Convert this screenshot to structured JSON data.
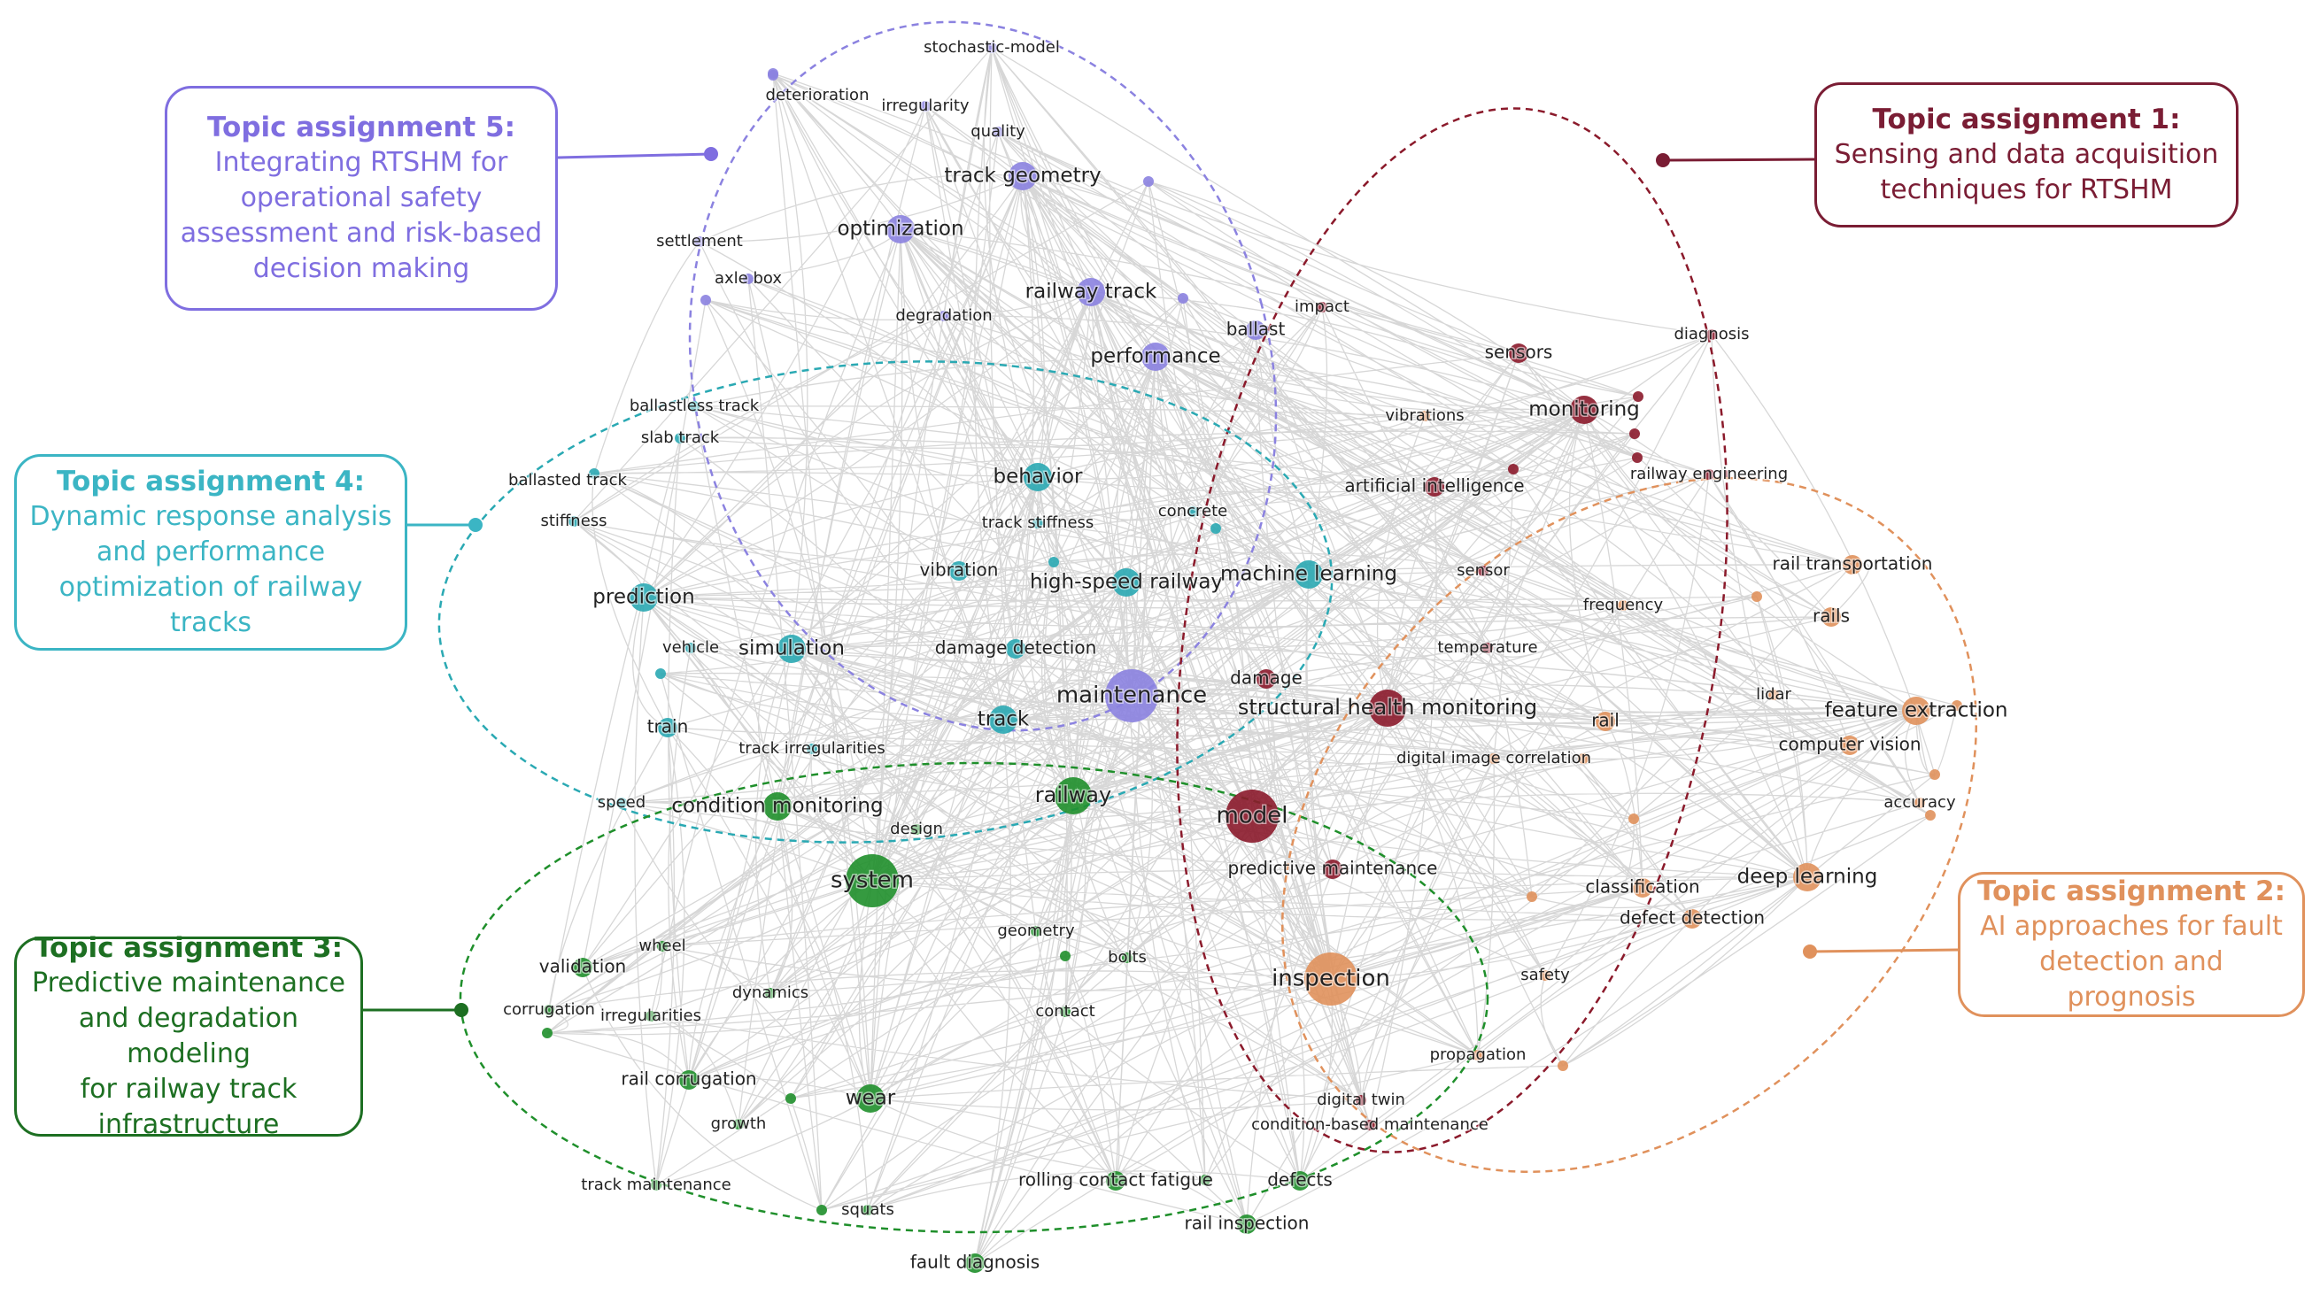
{
  "colors": {
    "edge": "#c9c9c9",
    "cluster1": "#8b1a2b",
    "cluster2": "#e0915c",
    "cluster3": "#1f8f2b",
    "cluster4": "#2aa9b3",
    "cluster5": "#8b82e0",
    "box1": "#7a1d34",
    "box2": "#e0915c",
    "box3": "#1d6f22",
    "box4": "#3bb5c4",
    "box5": "#7f6ee0"
  },
  "topics": [
    {
      "id": 1,
      "title": "Topic assignment 1:",
      "lines": [
        "Sensing and data acquisition",
        "techniques for RTSHM"
      ]
    },
    {
      "id": 2,
      "title": "Topic assignment 2:",
      "lines": [
        "AI approaches for fault",
        "detection and prognosis"
      ]
    },
    {
      "id": 3,
      "title": "Topic assignment 3:",
      "lines": [
        "Predictive maintenance",
        "and degradation modeling",
        "for railway track",
        "infrastructure"
      ]
    },
    {
      "id": 4,
      "title": "Topic assignment 4:",
      "lines": [
        "Dynamic response analysis",
        "and performance",
        "optimization of railway",
        "tracks"
      ]
    },
    {
      "id": 5,
      "title": "Topic assignment 5:",
      "lines": [
        "Integrating RTSHM for",
        "operational safety",
        "assessment and risk-based",
        "decision making"
      ]
    }
  ],
  "keywords": [
    {
      "label": "stochastic-model",
      "cluster": 5,
      "weight": 1
    },
    {
      "label": "deterioration",
      "cluster": 5,
      "weight": 1
    },
    {
      "label": "irregularity",
      "cluster": 5,
      "weight": 1
    },
    {
      "label": "quality",
      "cluster": 5,
      "weight": 1
    },
    {
      "label": "track geometry",
      "cluster": 5,
      "weight": 3
    },
    {
      "label": "settlement",
      "cluster": 5,
      "weight": 1
    },
    {
      "label": "optimization",
      "cluster": 5,
      "weight": 3
    },
    {
      "label": "axle box",
      "cluster": 5,
      "weight": 1
    },
    {
      "label": "degradation",
      "cluster": 5,
      "weight": 1
    },
    {
      "label": "railway track",
      "cluster": 5,
      "weight": 3
    },
    {
      "label": "ballast",
      "cluster": 5,
      "weight": 2
    },
    {
      "label": "performance",
      "cluster": 5,
      "weight": 3
    },
    {
      "label": "maintenance",
      "cluster": 5,
      "weight": 5
    },
    {
      "label": "ballastless track",
      "cluster": 4,
      "weight": 1
    },
    {
      "label": "slab track",
      "cluster": 4,
      "weight": 1
    },
    {
      "label": "ballasted track",
      "cluster": 4,
      "weight": 1
    },
    {
      "label": "stiffness",
      "cluster": 4,
      "weight": 1
    },
    {
      "label": "behavior",
      "cluster": 4,
      "weight": 3
    },
    {
      "label": "track stiffness",
      "cluster": 4,
      "weight": 1
    },
    {
      "label": "concrete",
      "cluster": 4,
      "weight": 1
    },
    {
      "label": "vibration",
      "cluster": 4,
      "weight": 2
    },
    {
      "label": "high-speed railway",
      "cluster": 4,
      "weight": 3
    },
    {
      "label": "machine learning",
      "cluster": 4,
      "weight": 3
    },
    {
      "label": "prediction",
      "cluster": 4,
      "weight": 3
    },
    {
      "label": "vehicle",
      "cluster": 4,
      "weight": 1
    },
    {
      "label": "simulation",
      "cluster": 4,
      "weight": 3
    },
    {
      "label": "damage detection",
      "cluster": 4,
      "weight": 2
    },
    {
      "label": "train",
      "cluster": 4,
      "weight": 2
    },
    {
      "label": "track",
      "cluster": 4,
      "weight": 3
    },
    {
      "label": "track irregularities",
      "cluster": 4,
      "weight": 1
    },
    {
      "label": "speed",
      "cluster": 4,
      "weight": 1
    },
    {
      "label": "impact",
      "cluster": 1,
      "weight": 1
    },
    {
      "label": "diagnosis",
      "cluster": 1,
      "weight": 1
    },
    {
      "label": "sensors",
      "cluster": 1,
      "weight": 2
    },
    {
      "label": "monitoring",
      "cluster": 1,
      "weight": 3
    },
    {
      "label": "artificial intelligence",
      "cluster": 1,
      "weight": 2
    },
    {
      "label": "railway engineering",
      "cluster": 1,
      "weight": 1
    },
    {
      "label": "sensor",
      "cluster": 1,
      "weight": 1
    },
    {
      "label": "temperature",
      "cluster": 1,
      "weight": 1
    },
    {
      "label": "damage",
      "cluster": 1,
      "weight": 2
    },
    {
      "label": "structural health monitoring",
      "cluster": 1,
      "weight": 4
    },
    {
      "label": "model",
      "cluster": 1,
      "weight": 5
    },
    {
      "label": "predictive maintenance",
      "cluster": 1,
      "weight": 2
    },
    {
      "label": "digital twin",
      "cluster": 1,
      "weight": 1
    },
    {
      "label": "condition-based maintenance",
      "cluster": 1,
      "weight": 1
    },
    {
      "label": "vibrations",
      "cluster": 2,
      "weight": 1
    },
    {
      "label": "frequency",
      "cluster": 2,
      "weight": 1
    },
    {
      "label": "rail transportation",
      "cluster": 2,
      "weight": 2
    },
    {
      "label": "rails",
      "cluster": 2,
      "weight": 2
    },
    {
      "label": "lidar",
      "cluster": 2,
      "weight": 1
    },
    {
      "label": "feature extraction",
      "cluster": 2,
      "weight": 3
    },
    {
      "label": "rail",
      "cluster": 2,
      "weight": 2
    },
    {
      "label": "digital image correlation",
      "cluster": 2,
      "weight": 1
    },
    {
      "label": "computer vision",
      "cluster": 2,
      "weight": 2
    },
    {
      "label": "accuracy",
      "cluster": 2,
      "weight": 1
    },
    {
      "label": "classification",
      "cluster": 2,
      "weight": 2
    },
    {
      "label": "deep learning",
      "cluster": 2,
      "weight": 3
    },
    {
      "label": "defect detection",
      "cluster": 2,
      "weight": 2
    },
    {
      "label": "inspection",
      "cluster": 2,
      "weight": 5
    },
    {
      "label": "safety",
      "cluster": 2,
      "weight": 1
    },
    {
      "label": "propagation",
      "cluster": 2,
      "weight": 1
    },
    {
      "label": "condition monitoring",
      "cluster": 3,
      "weight": 3
    },
    {
      "label": "railway",
      "cluster": 3,
      "weight": 4
    },
    {
      "label": "design",
      "cluster": 3,
      "weight": 1
    },
    {
      "label": "system",
      "cluster": 3,
      "weight": 5
    },
    {
      "label": "geometry",
      "cluster": 3,
      "weight": 1
    },
    {
      "label": "bolts",
      "cluster": 3,
      "weight": 1
    },
    {
      "label": "wheel",
      "cluster": 3,
      "weight": 1
    },
    {
      "label": "validation",
      "cluster": 3,
      "weight": 2
    },
    {
      "label": "dynamics",
      "cluster": 3,
      "weight": 1
    },
    {
      "label": "contact",
      "cluster": 3,
      "weight": 1
    },
    {
      "label": "corrugation",
      "cluster": 3,
      "weight": 1
    },
    {
      "label": "irregularities",
      "cluster": 3,
      "weight": 1
    },
    {
      "label": "rail corrugation",
      "cluster": 3,
      "weight": 2
    },
    {
      "label": "wear",
      "cluster": 3,
      "weight": 3
    },
    {
      "label": "growth",
      "cluster": 3,
      "weight": 1
    },
    {
      "label": "track maintenance",
      "cluster": 3,
      "weight": 1
    },
    {
      "label": "squats",
      "cluster": 3,
      "weight": 1
    },
    {
      "label": "rolling contact fatigue",
      "cluster": 3,
      "weight": 2
    },
    {
      "label": "defects",
      "cluster": 3,
      "weight": 2
    },
    {
      "label": "rail inspection",
      "cluster": 3,
      "weight": 2
    },
    {
      "label": "fault diagnosis",
      "cluster": 3,
      "weight": 2
    }
  ]
}
